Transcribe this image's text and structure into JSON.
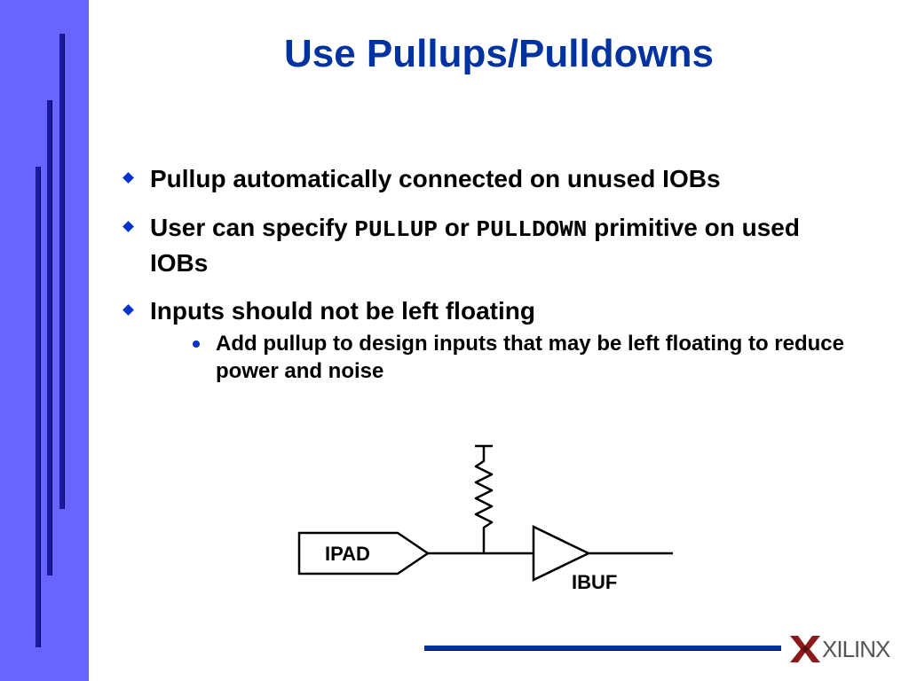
{
  "slide": {
    "title": "Use Pullups/Pulldowns",
    "bullets": [
      {
        "text": "Pullup automatically connected on unused IOBs"
      },
      {
        "pre": "User can specify ",
        "code1": "PULLUP",
        "mid": " or ",
        "code2": "PULLDOWN",
        "post": " primitive on used IOBs"
      },
      {
        "text": "Inputs should not be left floating",
        "sub": "Add pullup to design inputs that may be left floating to reduce power and noise"
      }
    ]
  },
  "diagram": {
    "pad_label": "IPAD",
    "buffer_label": "IBUF"
  },
  "footer": {
    "logo_text": "XILINX"
  },
  "colors": {
    "sidebar": "#6666ff",
    "sidebar_bars": "#1a1aa0",
    "title": "#0033a0",
    "bullet_marker": "#0033cc",
    "footer_line": "#0033a0"
  }
}
